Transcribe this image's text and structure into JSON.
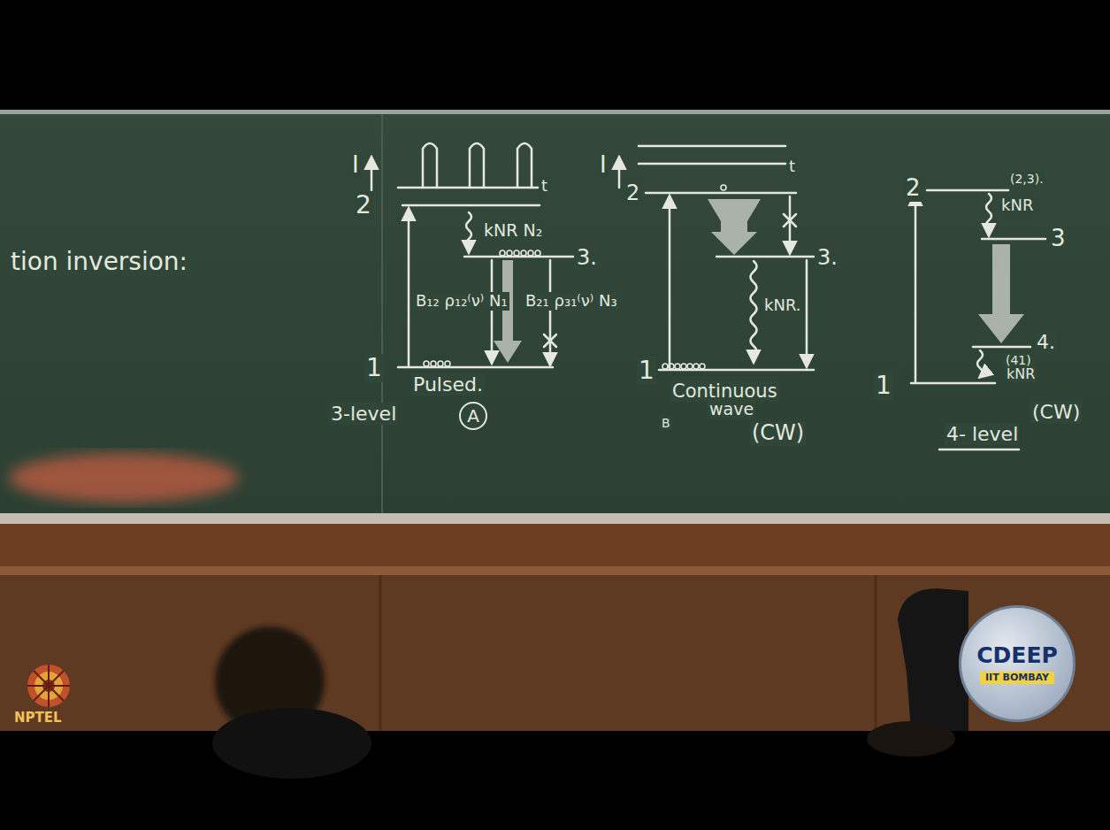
{
  "diagram": {
    "nodes": [
      {
        "text": [
          "A"
        ]
      },
      {
        "text": [
          "CDEEP",
          "IIT BOMBAY"
        ]
      }
    ],
    "labels": [
      "tion inversion:",
      "I",
      "t",
      "2",
      "kNR N₂",
      "3.",
      "B₁₂ ρ₁₂⁽ν⁾ N₁",
      "B₂₁ ρ₃₁⁽ν⁾ N₃",
      "1",
      "Pulsed.",
      "3-level",
      "I",
      "t",
      "2",
      "3.",
      "kNR.",
      "1",
      "Continuous",
      "wave",
      "B",
      "(CW)",
      "2",
      "(2,3).",
      "kNR",
      "3",
      "4.",
      "(41)",
      "kNR",
      "1",
      "(CW)",
      "4- level",
      "NPTEL"
    ]
  }
}
